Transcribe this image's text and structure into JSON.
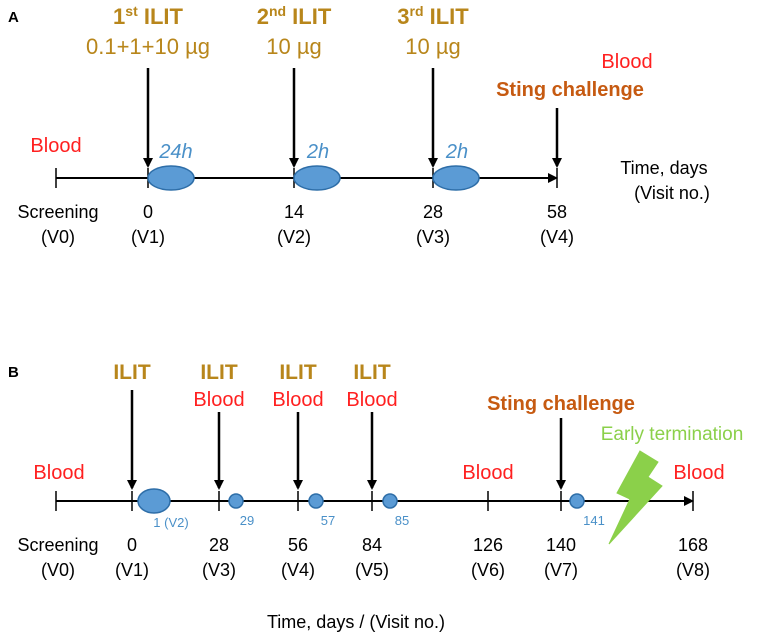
{
  "panel_a": {
    "label": "A",
    "ilits": [
      {
        "title": "1",
        "sup": "st",
        "suffix": " ILIT",
        "dose": "0.1+1+10 µg",
        "interval": "24h"
      },
      {
        "title": "2",
        "sup": "nd",
        "suffix": " ILIT",
        "dose": "10 µg",
        "interval": "2h"
      },
      {
        "title": "3",
        "sup": "rd",
        "suffix": " ILIT",
        "dose": "10 µg",
        "interval": "2h"
      }
    ],
    "blood_left": "Blood",
    "blood_right": "Blood",
    "sting": "Sting challenge",
    "axis_title_1": "Time, days",
    "axis_title_2": "(Visit no.)",
    "ticks": [
      {
        "day": "Screening",
        "visit": "(V0)"
      },
      {
        "day": "0",
        "visit": "(V1)"
      },
      {
        "day": "14",
        "visit": "(V2)"
      },
      {
        "day": "28",
        "visit": "(V3)"
      },
      {
        "day": "58",
        "visit": "(V4)"
      }
    ]
  },
  "panel_b": {
    "label": "B",
    "ilit": "ILIT",
    "blood": "Blood",
    "sting": "Sting challenge",
    "early_termination": "Early termination",
    "axis_title": "Time, days / (Visit no.)",
    "dot_labels": [
      "1 (V2)",
      "29",
      "57",
      "85",
      "141"
    ],
    "ticks": [
      {
        "day": "Screening",
        "visit": "(V0)"
      },
      {
        "day": "0",
        "visit": "(V1)"
      },
      {
        "day": "28",
        "visit": "(V3)"
      },
      {
        "day": "56",
        "visit": "(V4)"
      },
      {
        "day": "84",
        "visit": "(V5)"
      },
      {
        "day": "126",
        "visit": "(V6)"
      },
      {
        "day": "140",
        "visit": "(V7)"
      },
      {
        "day": "168",
        "visit": "(V8)"
      }
    ]
  },
  "colors": {
    "ilit": "#b8861b",
    "blood": "#ff2020",
    "sting": "#c65a11",
    "interval": "#4a90c8",
    "visit_marker": "#5b9bd5",
    "early_termination": "#8bd04a"
  },
  "icons": [
    "arrow-down-icon",
    "lightning-bolt-icon"
  ]
}
